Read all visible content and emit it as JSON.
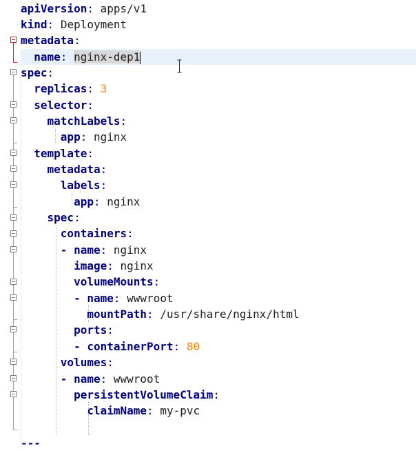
{
  "editor": {
    "language": "YAML",
    "colors": {
      "key": "#000080",
      "number": "#ff8000",
      "selection": "#d8d8d8",
      "current_line": "#e9f1fb",
      "fold_active": "#e02020"
    },
    "lines": [
      {
        "key": "apiVersion",
        "value": "apps/v1"
      },
      {
        "key": "kind",
        "value": "Deployment"
      },
      {
        "key": "metadata"
      },
      {
        "key": "name",
        "value": "nginx-dep1"
      },
      {
        "key": "spec"
      },
      {
        "key": "replicas",
        "value": "3"
      },
      {
        "key": "selector"
      },
      {
        "key": "matchLabels"
      },
      {
        "key": "app",
        "value": "nginx"
      },
      {
        "key": "template"
      },
      {
        "key": "metadata"
      },
      {
        "key": "labels"
      },
      {
        "key": "app",
        "value": "nginx"
      },
      {
        "key": "spec"
      },
      {
        "key": "containers"
      },
      {
        "dash": "-",
        "key": "name",
        "value": "nginx"
      },
      {
        "key": "image",
        "value": "nginx"
      },
      {
        "key": "volumeMounts"
      },
      {
        "dash": "-",
        "key": "name",
        "value": "wwwroot"
      },
      {
        "key": "mountPath",
        "value": "/usr/share/nginx/html"
      },
      {
        "key": "ports"
      },
      {
        "dash": "-",
        "key": "containerPort",
        "value": "80"
      },
      {
        "key": "volumes"
      },
      {
        "dash": "-",
        "key": "name",
        "value": "wwwroot"
      },
      {
        "key": "persistentVolumeClaim"
      },
      {
        "key": "claimName",
        "value": "my-pvc"
      },
      {
        "text": ""
      },
      {
        "text": "---"
      }
    ],
    "colon": ":",
    "icons": {
      "fold": "fold-minus-icon",
      "cursor": "i-beam-cursor-icon"
    }
  }
}
